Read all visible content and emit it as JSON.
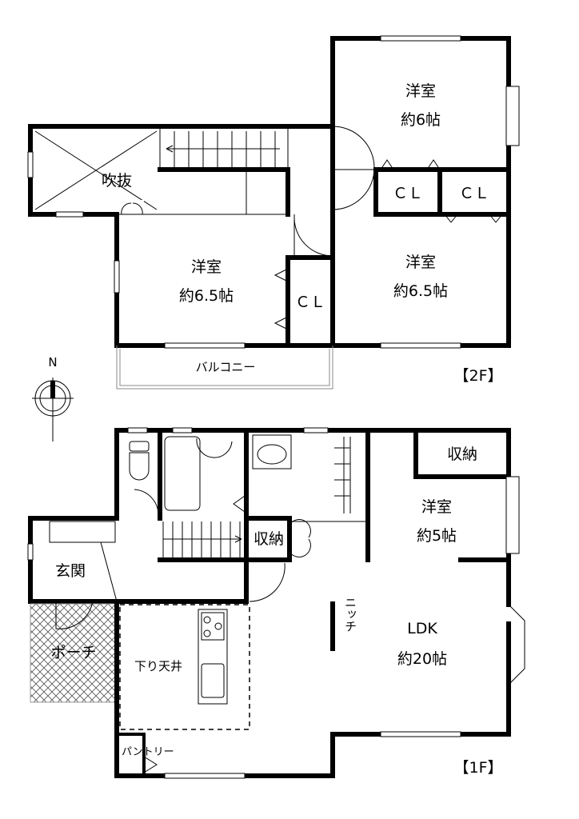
{
  "floor2": {
    "badge": "【2F】",
    "rooms": [
      {
        "name": "洋室",
        "size": "約6帖"
      },
      {
        "name": "洋室",
        "size": "約6.5帖"
      },
      {
        "name": "洋室",
        "size": "約6.5帖"
      }
    ],
    "closets": [
      "ＣＬ",
      "ＣＬ",
      "ＣＬ"
    ],
    "void": "吹抜",
    "balcony": "バルコニー"
  },
  "floor1": {
    "badge": "【1F】",
    "bedroom": {
      "name": "洋室",
      "size": "約5帖"
    },
    "storage_bedroom": "収納",
    "storage_hall": "収納",
    "entrance": "玄関",
    "porch": "ポーチ",
    "lowered_ceiling": "下り天井",
    "niche": "ニッチ",
    "ldk": {
      "name": "LDK",
      "size": "約20帖"
    },
    "pantry": "パントリー"
  },
  "compass": {
    "north": "N"
  },
  "colors": {
    "wall": "#000000",
    "window": "#888888"
  }
}
